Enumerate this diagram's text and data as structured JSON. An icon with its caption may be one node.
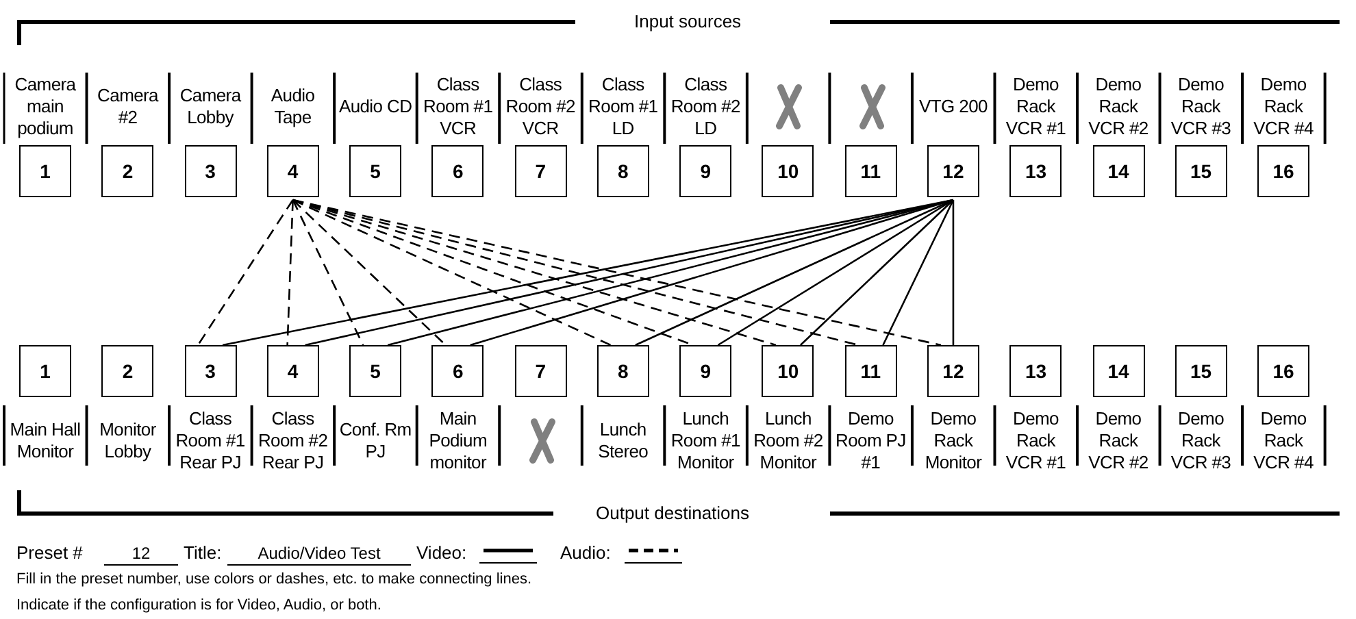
{
  "diagram": {
    "nodes": [
      {
        "text": [
          "Camera main podium",
          "1"
        ]
      },
      {
        "text": [
          "Camera #2",
          "2"
        ]
      },
      {
        "text": [
          "Camera Lobby",
          "3"
        ]
      },
      {
        "text": [
          "Audio Tape",
          "4"
        ]
      },
      {
        "text": [
          "Audio CD",
          "5"
        ]
      },
      {
        "text": [
          "Class Room #1 VCR",
          "6"
        ]
      },
      {
        "text": [
          "Class Room #2 VCR",
          "7"
        ]
      },
      {
        "text": [
          "Class Room #1 LD",
          "8"
        ]
      },
      {
        "text": [
          "Class Room #2 LD",
          "9"
        ]
      },
      {
        "text": [
          "10"
        ]
      },
      {
        "text": [
          "11"
        ]
      },
      {
        "text": [
          "VTG 200",
          "12"
        ]
      },
      {
        "text": [
          "Demo Rack VCR #1",
          "13"
        ]
      },
      {
        "text": [
          "Demo Rack VCR #2",
          "14"
        ]
      },
      {
        "text": [
          "Demo Rack VCR #3",
          "15"
        ]
      },
      {
        "text": [
          "Demo Rack VCR #4",
          "16"
        ]
      },
      {
        "text": [
          "1",
          "Main Hall Monitor"
        ]
      },
      {
        "text": [
          "2",
          "Monitor Lobby"
        ]
      },
      {
        "text": [
          "3",
          "Class Room #1 Rear PJ"
        ]
      },
      {
        "text": [
          "4",
          "Class Room #2 Rear PJ"
        ]
      },
      {
        "text": [
          "5",
          "Conf. Rm PJ"
        ]
      },
      {
        "text": [
          "6",
          "Main Podium monitor"
        ]
      },
      {
        "text": [
          "7"
        ]
      },
      {
        "text": [
          "8",
          "Lunch Stereo"
        ]
      },
      {
        "text": [
          "9",
          "Lunch Room #1 Monitor"
        ]
      },
      {
        "text": [
          "10",
          "Lunch Room #2 Monitor"
        ]
      },
      {
        "text": [
          "11",
          "Demo Room PJ #1"
        ]
      },
      {
        "text": [
          "12",
          "Demo Rack Monitor"
        ]
      },
      {
        "text": [
          "13",
          "Demo Rack VCR #1"
        ]
      },
      {
        "text": [
          "14",
          "Demo Rack VCR #2"
        ]
      },
      {
        "text": [
          "15",
          "Demo Rack VCR #3"
        ]
      },
      {
        "text": [
          "16",
          "Demo Rack VCR #4"
        ]
      }
    ],
    "edges": [
      {
        "from": 11,
        "to": 18,
        "arrow": "none"
      },
      {
        "from": 11,
        "to": 19,
        "arrow": "none"
      },
      {
        "from": 11,
        "to": 20,
        "arrow": "none"
      },
      {
        "from": 11,
        "to": 21,
        "arrow": "none"
      },
      {
        "from": 11,
        "to": 23,
        "arrow": "none"
      },
      {
        "from": 11,
        "to": 24,
        "arrow": "none"
      },
      {
        "from": 11,
        "to": 25,
        "arrow": "none"
      },
      {
        "from": 11,
        "to": 26,
        "arrow": "none"
      },
      {
        "from": 11,
        "to": 27,
        "arrow": "none"
      },
      {
        "from": 3,
        "to": 18,
        "arrow": "none",
        "style": "dashed"
      },
      {
        "from": 3,
        "to": 19,
        "arrow": "none",
        "style": "dashed"
      },
      {
        "from": 3,
        "to": 20,
        "arrow": "none",
        "style": "dashed"
      },
      {
        "from": 3,
        "to": 21,
        "arrow": "none",
        "style": "dashed"
      },
      {
        "from": 3,
        "to": 23,
        "arrow": "none",
        "style": "dashed"
      },
      {
        "from": 3,
        "to": 24,
        "arrow": "none",
        "style": "dashed"
      },
      {
        "from": 3,
        "to": 25,
        "arrow": "none",
        "style": "dashed"
      },
      {
        "from": 3,
        "to": 26,
        "arrow": "none",
        "style": "dashed"
      },
      {
        "from": 3,
        "to": 27,
        "arrow": "none",
        "style": "dashed"
      }
    ],
    "labels": [
      "Input sources",
      "Output destinations",
      "Preset #",
      "12",
      "Title:",
      "Audio/Video Test",
      "Fill in the preset number, use colors or dashes, etc. to make connecting lines.",
      "Indicate if the configuration is for Video, Audio, or both."
    ],
    "legend": [
      {
        "text": "Video:"
      },
      {
        "text": "Audio:"
      }
    ]
  }
}
